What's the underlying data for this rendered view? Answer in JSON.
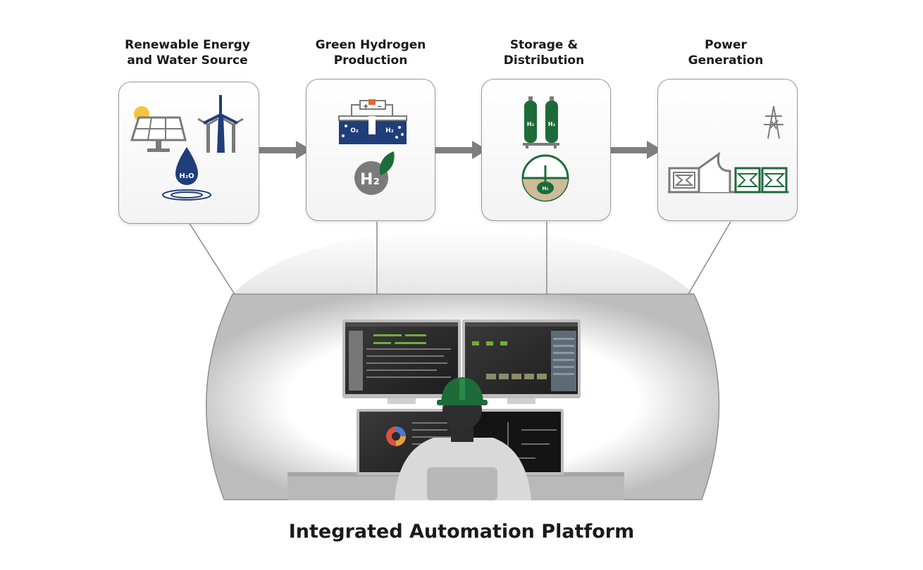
{
  "stages": [
    {
      "title": "Renewable Energy\nand Water Source",
      "icons": [
        "solar-panel-icon",
        "wind-turbine-icon",
        "water-drop-icon"
      ],
      "water_label": "H₂O"
    },
    {
      "title": "Green Hydrogen\nProduction",
      "icons": [
        "electrolyzer-icon",
        "green-hydrogen-leaf-icon"
      ],
      "electrolyzer_labels": [
        "O₂",
        "H₂"
      ],
      "electrode_signs": [
        "+",
        "–"
      ],
      "h2_label": "H₂"
    },
    {
      "title": "Storage &\nDistribution",
      "icons": [
        "gas-cylinders-icon",
        "underground-storage-icon"
      ],
      "cylinder_labels": [
        "H₂",
        "H₂"
      ],
      "storage_label": "H₂"
    },
    {
      "title": "Power\nGeneration",
      "icons": [
        "power-plant-icon",
        "transmission-tower-icon"
      ]
    }
  ],
  "footer": {
    "title": "Integrated Automation Platform"
  },
  "colors": {
    "navy": "#1f3e7a",
    "green": "#1e6b3a",
    "gray": "#7a7a7a",
    "arrow": "#7f7f7f",
    "screen": "#2b2b2b"
  },
  "illustration": [
    "operator-with-hard-hat",
    "control-room-monitors",
    "control-desk"
  ]
}
